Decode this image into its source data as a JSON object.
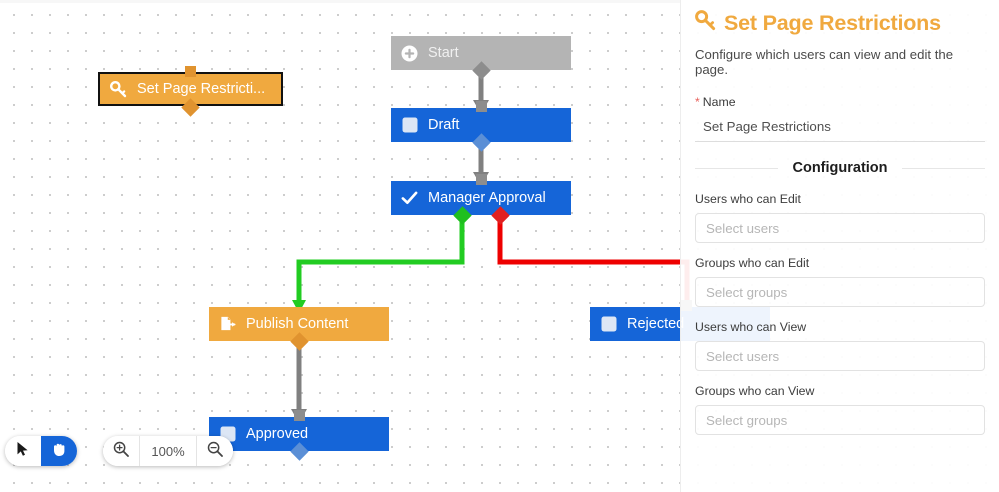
{
  "canvas": {
    "nodes": [
      {
        "id": "start",
        "label": "Start",
        "icon": "plus-circle-icon",
        "color": "#b4b4b4",
        "selected": false
      },
      {
        "id": "draft",
        "label": "Draft",
        "icon": "square-icon",
        "color": "#1565d8",
        "selected": false
      },
      {
        "id": "manager",
        "label": "Manager Approval",
        "icon": "check-icon",
        "color": "#1565d8",
        "selected": false
      },
      {
        "id": "restrictions",
        "label": "Set Page Restricti...",
        "icon": "key-icon",
        "color": "#f0a93f",
        "selected": true
      },
      {
        "id": "publish",
        "label": "Publish Content",
        "icon": "publish-icon",
        "color": "#f0a93f",
        "selected": false
      },
      {
        "id": "approved",
        "label": "Approved",
        "icon": "square-icon",
        "color": "#1565d8",
        "selected": false
      },
      {
        "id": "rejected",
        "label": "Rejected",
        "icon": "square-icon",
        "color": "#1565d8",
        "selected": false
      }
    ],
    "connector_colors": {
      "default": "#808080",
      "approve": "#22cc22",
      "reject": "#ee0000"
    }
  },
  "toolbar": {
    "select_tool": "cursor-icon",
    "pan_tool": "hand-icon",
    "active_tool": "pan",
    "zoom_in": "zoom-in-icon",
    "zoom_out": "zoom-out-icon",
    "zoom_level": "100%"
  },
  "panel": {
    "icon": "key-icon",
    "title": "Set Page Restrictions",
    "description": "Configure which users can view and edit the page.",
    "name_field": {
      "required_marker": "*",
      "label": "Name",
      "value": "Set Page Restrictions"
    },
    "section_divider": "Configuration",
    "fields": [
      {
        "label": "Users who can Edit",
        "placeholder": "Select users",
        "value": ""
      },
      {
        "label": "Groups who can Edit",
        "placeholder": "Select groups",
        "value": ""
      },
      {
        "label": "Users who can View",
        "placeholder": "Select users",
        "value": ""
      },
      {
        "label": "Groups who can View",
        "placeholder": "Select groups",
        "value": ""
      }
    ]
  }
}
